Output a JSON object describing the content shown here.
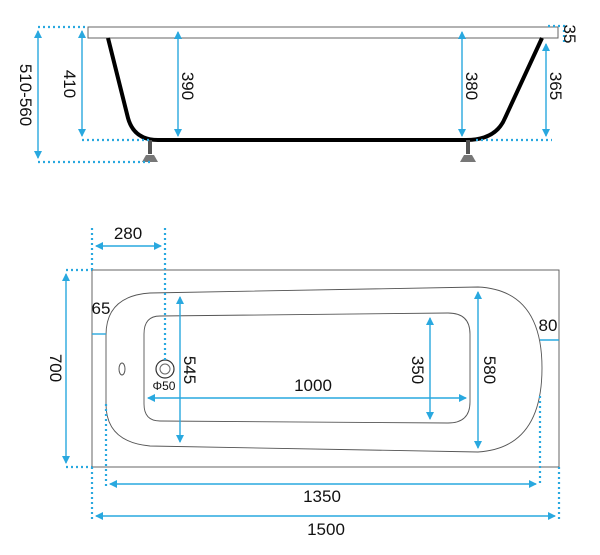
{
  "side_view": {
    "height_total": "510-560",
    "height_outer": "410",
    "depth_left": "390",
    "depth_right": "380",
    "depth_right_outer": "365",
    "rim": "35"
  },
  "top_view": {
    "drain_offset": "280",
    "rim_left": "65",
    "rim_right": "80",
    "width_total": "700",
    "inner_width_left": "545",
    "inner_length": "1000",
    "inner_width": "350",
    "inner_width_right": "580",
    "drain_diameter": "Φ50",
    "inner_length_top": "1350",
    "length_total": "1500"
  },
  "colors": {
    "dimension": "#29a8df",
    "outline": "#000000"
  }
}
